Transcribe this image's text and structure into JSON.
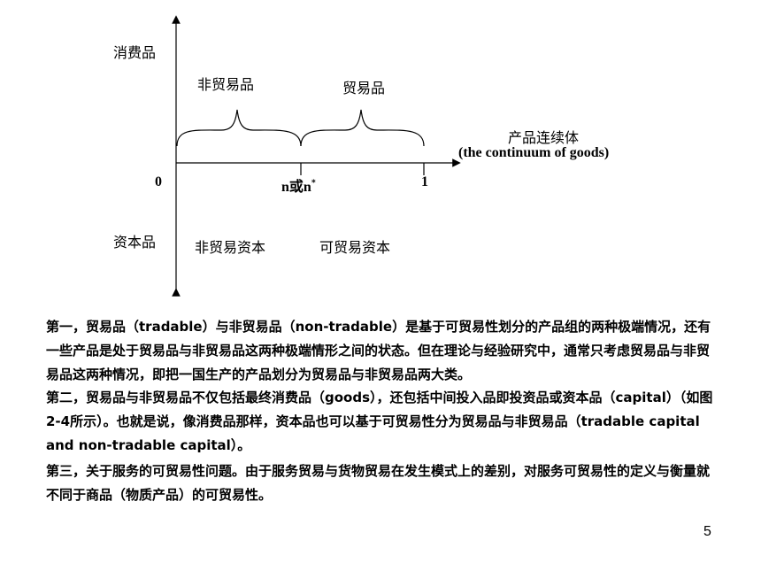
{
  "diagram": {
    "consumer_goods": "消费品",
    "capital_goods": "资本品",
    "nontradable_goods": "非贸易品",
    "tradable_goods": "贸易品",
    "continuum_cn": "产品连续体",
    "continuum_en": "(the continuum of goods)",
    "origin": "0",
    "n_mark_prefix": "n或n",
    "n_mark_sup": "*",
    "one": "1",
    "nontradable_capital": "非贸易资本",
    "tradable_capital": "可贸易资本"
  },
  "paragraphs": [
    "第一，贸易品（tradable）与非贸易品（non-tradable）是基于可贸易性划分的产品组的两种极端情况，还有一些产品是处于贸易品与非贸易品这两种极端情形之间的状态。但在理论与经验研究中，通常只考虑贸易品与非贸易品这两种情况，即把一国生产的产品划分为贸易品与非贸易品两大类。",
    "第二，贸易品与非贸易品不仅包括最终消费品（goods），还包括中间投入品即投资品或资本品（capital）（如图2-4所示）。也就是说，像消费品那样，资本品也可以基于可贸易性分为贸易品与非贸易品（tradable capital and non-tradable capital）。",
    "第三，关于服务的可贸易性问题。由于服务贸易与货物贸易在发生模式上的差别，对服务可贸易性的定义与衡量就不同于商品（物质产品）的可贸易性。"
  ],
  "page_number": "5"
}
